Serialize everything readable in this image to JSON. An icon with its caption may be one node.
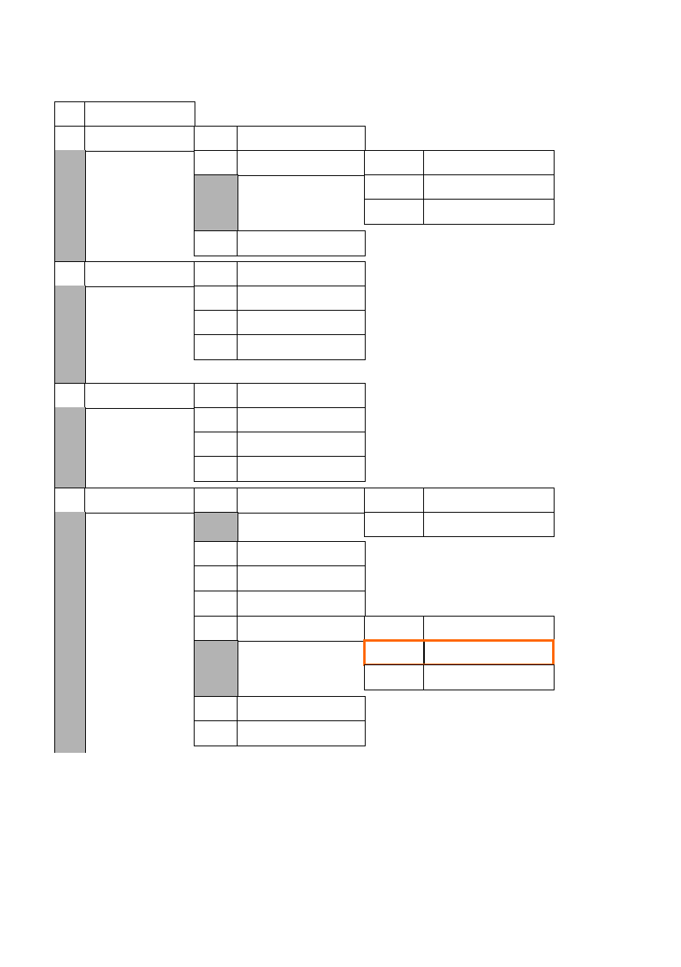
{
  "diagram": {
    "nodes": [
      {
        "text": [],
        "shape": "box"
      },
      {
        "text": [],
        "shape": "box"
      },
      {
        "text": [],
        "shape": "box"
      },
      {
        "text": [],
        "shape": "box"
      },
      {
        "text": [],
        "shape": "box"
      },
      {
        "text": [],
        "shape": "box"
      },
      {
        "text": [],
        "shape": "bar"
      },
      {
        "text": [],
        "shape": "box"
      },
      {
        "text": [],
        "shape": "box"
      },
      {
        "text": [],
        "shape": "box"
      },
      {
        "text": [],
        "shape": "box"
      },
      {
        "text": [],
        "shape": "bar"
      },
      {
        "text": [],
        "shape": "box"
      },
      {
        "text": [],
        "shape": "box"
      },
      {
        "text": [],
        "shape": "box"
      },
      {
        "text": [],
        "shape": "box"
      },
      {
        "text": [],
        "shape": "box"
      },
      {
        "text": [],
        "shape": "box"
      },
      {
        "text": [],
        "shape": "box"
      },
      {
        "text": [],
        "shape": "box"
      },
      {
        "text": [],
        "shape": "box"
      },
      {
        "text": [],
        "shape": "box"
      },
      {
        "text": [],
        "shape": "bar"
      },
      {
        "text": [],
        "shape": "box"
      },
      {
        "text": [],
        "shape": "box"
      },
      {
        "text": [],
        "shape": "box"
      },
      {
        "text": [],
        "shape": "box"
      },
      {
        "text": [],
        "shape": "box"
      },
      {
        "text": [],
        "shape": "box"
      },
      {
        "text": [],
        "shape": "box"
      },
      {
        "text": [],
        "shape": "box"
      },
      {
        "text": [],
        "shape": "box"
      },
      {
        "text": [],
        "shape": "box"
      },
      {
        "text": [],
        "shape": "bar"
      },
      {
        "text": [],
        "shape": "box"
      },
      {
        "text": [],
        "shape": "box"
      },
      {
        "text": [],
        "shape": "box"
      },
      {
        "text": [],
        "shape": "box"
      },
      {
        "text": [],
        "shape": "box"
      },
      {
        "text": [],
        "shape": "box"
      },
      {
        "text": [],
        "shape": "box"
      },
      {
        "text": [],
        "shape": "box"
      },
      {
        "text": [],
        "shape": "box"
      },
      {
        "text": [],
        "shape": "box"
      },
      {
        "text": [],
        "shape": "box"
      },
      {
        "text": [],
        "shape": "box"
      },
      {
        "text": [],
        "shape": "bar"
      },
      {
        "text": [],
        "shape": "bar"
      },
      {
        "text": [],
        "shape": "box"
      },
      {
        "text": [],
        "shape": "box"
      },
      {
        "text": [],
        "shape": "box"
      },
      {
        "text": [],
        "shape": "box"
      },
      {
        "text": [],
        "shape": "box"
      },
      {
        "text": [],
        "shape": "box"
      },
      {
        "text": [],
        "shape": "box"
      },
      {
        "text": [],
        "shape": "box"
      },
      {
        "text": [],
        "shape": "box"
      },
      {
        "text": [],
        "shape": "box"
      },
      {
        "text": [],
        "shape": "box"
      },
      {
        "text": [],
        "shape": "box"
      },
      {
        "text": [],
        "shape": "bar"
      },
      {
        "text": [],
        "shape": "box"
      },
      {
        "text": [],
        "shape": "box"
      },
      {
        "text": [],
        "shape": "box"
      },
      {
        "text": [],
        "shape": "box"
      },
      {
        "text": [],
        "shape": "box"
      },
      {
        "text": [],
        "shape": "box"
      },
      {
        "text": [],
        "shape": "box"
      }
    ]
  }
}
